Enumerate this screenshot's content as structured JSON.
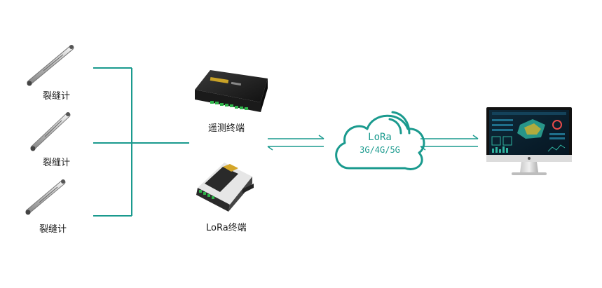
{
  "sensors": [
    {
      "label": "裂缝计"
    },
    {
      "label": "裂缝计"
    },
    {
      "label": "裂缝计"
    }
  ],
  "terminals": {
    "telemetry": {
      "label": "遥测终端"
    },
    "lora": {
      "label": "LoRa终端"
    }
  },
  "cloud": {
    "line1": "LoRa",
    "line2": "3G/4G/5G"
  },
  "colors": {
    "connector": "#1a9a8e",
    "arrow": "#1a9a8e",
    "text": "#1a1a1a"
  }
}
